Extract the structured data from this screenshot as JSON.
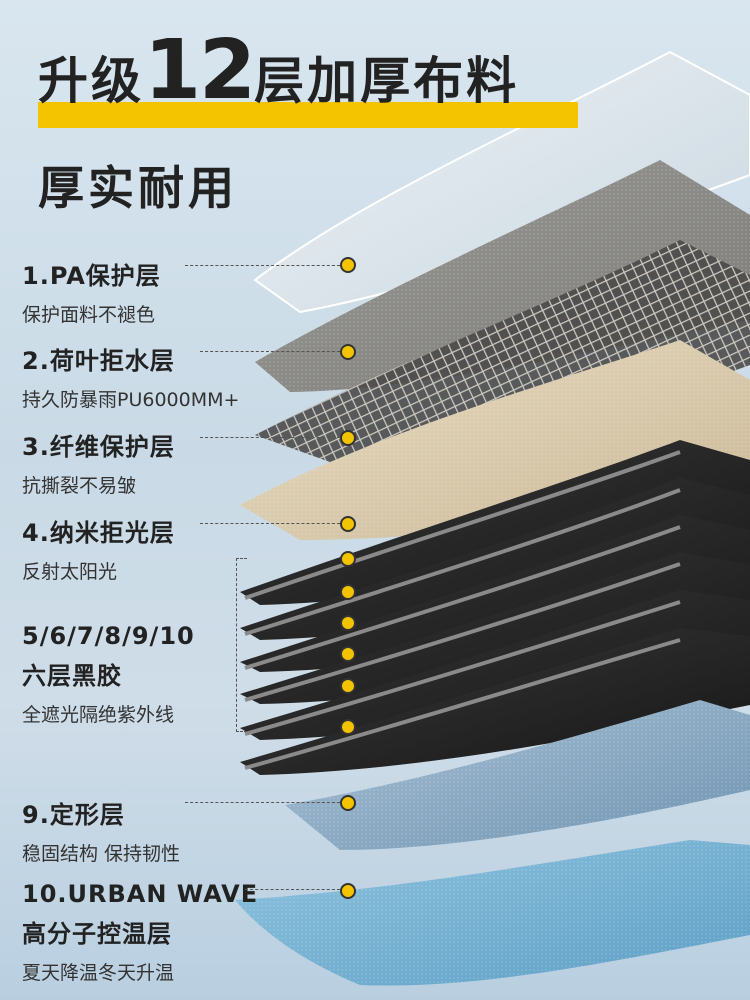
{
  "title": {
    "part1": "升级",
    "number": "12",
    "part2": "层加厚布料",
    "line2": "厚实耐用"
  },
  "colors": {
    "accent": "#f5c400",
    "text": "#222222",
    "background": "#cfdde8"
  },
  "layers": [
    {
      "heading": "1.PA保护层",
      "sub": "保护面料不褪色"
    },
    {
      "heading": "2.荷叶拒水层",
      "sub": "持久防暴雨PU6000MM+"
    },
    {
      "heading": "3.纤维保护层",
      "sub": "抗撕裂不易皱"
    },
    {
      "heading": "4.纳米拒光层",
      "sub": "反射太阳光"
    },
    {
      "heading": "5/6/7/8/9/10",
      "heading2": "六层黑胶",
      "sub": "全遮光隔绝紫外线"
    },
    {
      "heading": "9.定形层",
      "sub": "稳固结构 保持韧性"
    },
    {
      "heading": "10.URBAN WAVE",
      "heading2": "高分子控温层",
      "sub": "夏天降温冬天升温"
    }
  ]
}
